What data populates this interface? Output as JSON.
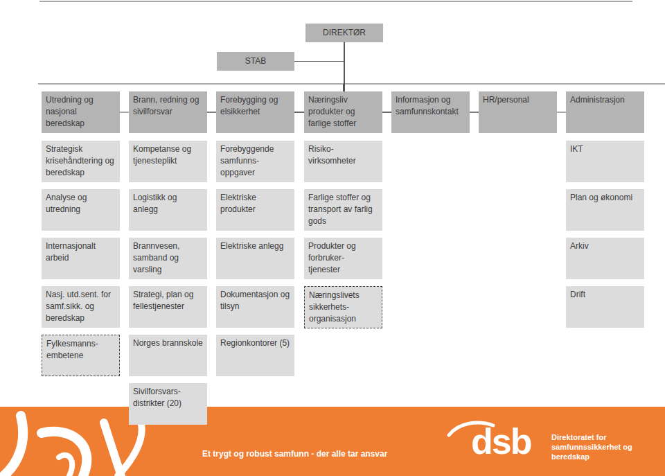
{
  "diagram": {
    "nodes": [
      {
        "text": [
          "DIREKTØR"
        ]
      },
      {
        "text": [
          "STAB"
        ]
      },
      {
        "text": [
          "Utredning og nasjonal beredskap"
        ]
      },
      {
        "text": [
          "Strategisk krisehåndtering og beredskap"
        ]
      },
      {
        "text": [
          "Analyse og utredning"
        ]
      },
      {
        "text": [
          "Internasjonalt arbeid"
        ]
      },
      {
        "text": [
          "Nasj. utd.sent. for samf.sikk. og beredskap"
        ]
      },
      {
        "text": [
          "Fylkesmanns- embetene"
        ]
      },
      {
        "text": [
          "Brann, redning og sivilforsvar"
        ]
      },
      {
        "text": [
          "Kompetanse og tjenesteplikt"
        ]
      },
      {
        "text": [
          "Logistikk og anlegg"
        ]
      },
      {
        "text": [
          "Brannvesen, samband og varsling"
        ]
      },
      {
        "text": [
          "Strategi, plan og fellestjenester"
        ]
      },
      {
        "text": [
          "Norges brannskole"
        ]
      },
      {
        "text": [
          "Sivilforsvars- distrikter (20)"
        ]
      },
      {
        "text": [
          "Forebygging og elsikkerhet"
        ]
      },
      {
        "text": [
          "Forebyggende samfunns- oppgaver"
        ]
      },
      {
        "text": [
          "Elektriske produkter"
        ]
      },
      {
        "text": [
          "Elektriske anlegg"
        ]
      },
      {
        "text": [
          "Dokumentasjon og tilsyn"
        ]
      },
      {
        "text": [
          "Regionkontorer (5)"
        ]
      },
      {
        "text": [
          "Næringsliv produkter og farlige stoffer"
        ]
      },
      {
        "text": [
          "Risiko- virksomheter"
        ]
      },
      {
        "text": [
          "Farlige stoffer og transport av farlig gods"
        ]
      },
      {
        "text": [
          "Produkter og forbruker- tjenester"
        ]
      },
      {
        "text": [
          "Næringslivets sikkerhets- organisasjon"
        ]
      },
      {
        "text": [
          "Informasjon og samfunnskontakt"
        ]
      },
      {
        "text": [
          "HR/personal"
        ]
      },
      {
        "text": [
          "Administrasjon"
        ]
      },
      {
        "text": [
          "IKT"
        ]
      },
      {
        "text": [
          "Plan og økonomi"
        ]
      },
      {
        "text": [
          "Arkiv"
        ]
      },
      {
        "text": [
          "Drift"
        ]
      }
    ],
    "edges": [
      {
        "from": 0,
        "to": 1,
        "arrow": "none"
      },
      {
        "from": 0,
        "to": 2,
        "arrow": "none"
      },
      {
        "from": 0,
        "to": 8,
        "arrow": "none"
      },
      {
        "from": 0,
        "to": 15,
        "arrow": "none"
      },
      {
        "from": 0,
        "to": 21,
        "arrow": "none"
      },
      {
        "from": 0,
        "to": 26,
        "arrow": "none"
      },
      {
        "from": 0,
        "to": 27,
        "arrow": "none"
      },
      {
        "from": 0,
        "to": 28,
        "arrow": "none"
      }
    ],
    "labels": [
      "Et trygt og robust samfunn - der alle tar ansvar",
      "dsb",
      "Direktoratet for samfunnssikkerhet og beredskap"
    ]
  }
}
